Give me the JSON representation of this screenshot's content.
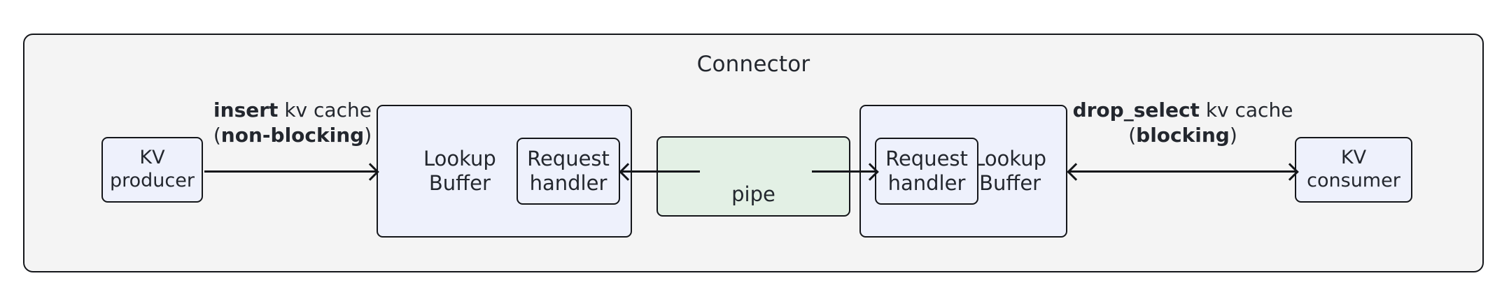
{
  "diagram": {
    "container": {
      "title": "Connector",
      "fill": "#f4f4f4",
      "stroke": "#14161a"
    },
    "colors": {
      "blue_fill": "#eef1fc",
      "green_fill": "#e3f0e5",
      "stroke": "#14161a",
      "text": "#23272e",
      "page_background": "#ffffff"
    },
    "nodes": {
      "kv_producer": {
        "line1": "KV",
        "line2": "producer",
        "fill": "#eef1fc"
      },
      "kv_consumer": {
        "line1": "KV",
        "line2": "consumer",
        "fill": "#eef1fc"
      },
      "lookup_buffer_left": {
        "line1": "Lookup",
        "line2": "Buffer",
        "fill": "#eef1fc"
      },
      "lookup_buffer_right": {
        "line1": "Lookup",
        "line2": "Buffer",
        "fill": "#eef1fc"
      },
      "request_handler_left": {
        "line1": "Request",
        "line2": "handler",
        "fill": "#eef1fc"
      },
      "request_handler_right": {
        "line1": "Request",
        "line2": "handler",
        "fill": "#eef1fc"
      },
      "pipe": {
        "label": "pipe",
        "fill": "#e3f0e5"
      }
    },
    "edges": {
      "insert": {
        "line1_bold": "insert",
        "line1_rest": " kv cache",
        "line2_open": "(",
        "line2_bold": "non-blocking",
        "line2_close": ")",
        "direction": "right"
      },
      "drop_select": {
        "line1_bold": "drop_select",
        "line1_rest": " kv cache",
        "line2_open": "(",
        "line2_bold": "blocking",
        "line2_close": ")",
        "direction": "both"
      },
      "pipe_to_left_buffer": {
        "direction": "left"
      },
      "pipe_to_right_buffer": {
        "direction": "right"
      }
    }
  }
}
